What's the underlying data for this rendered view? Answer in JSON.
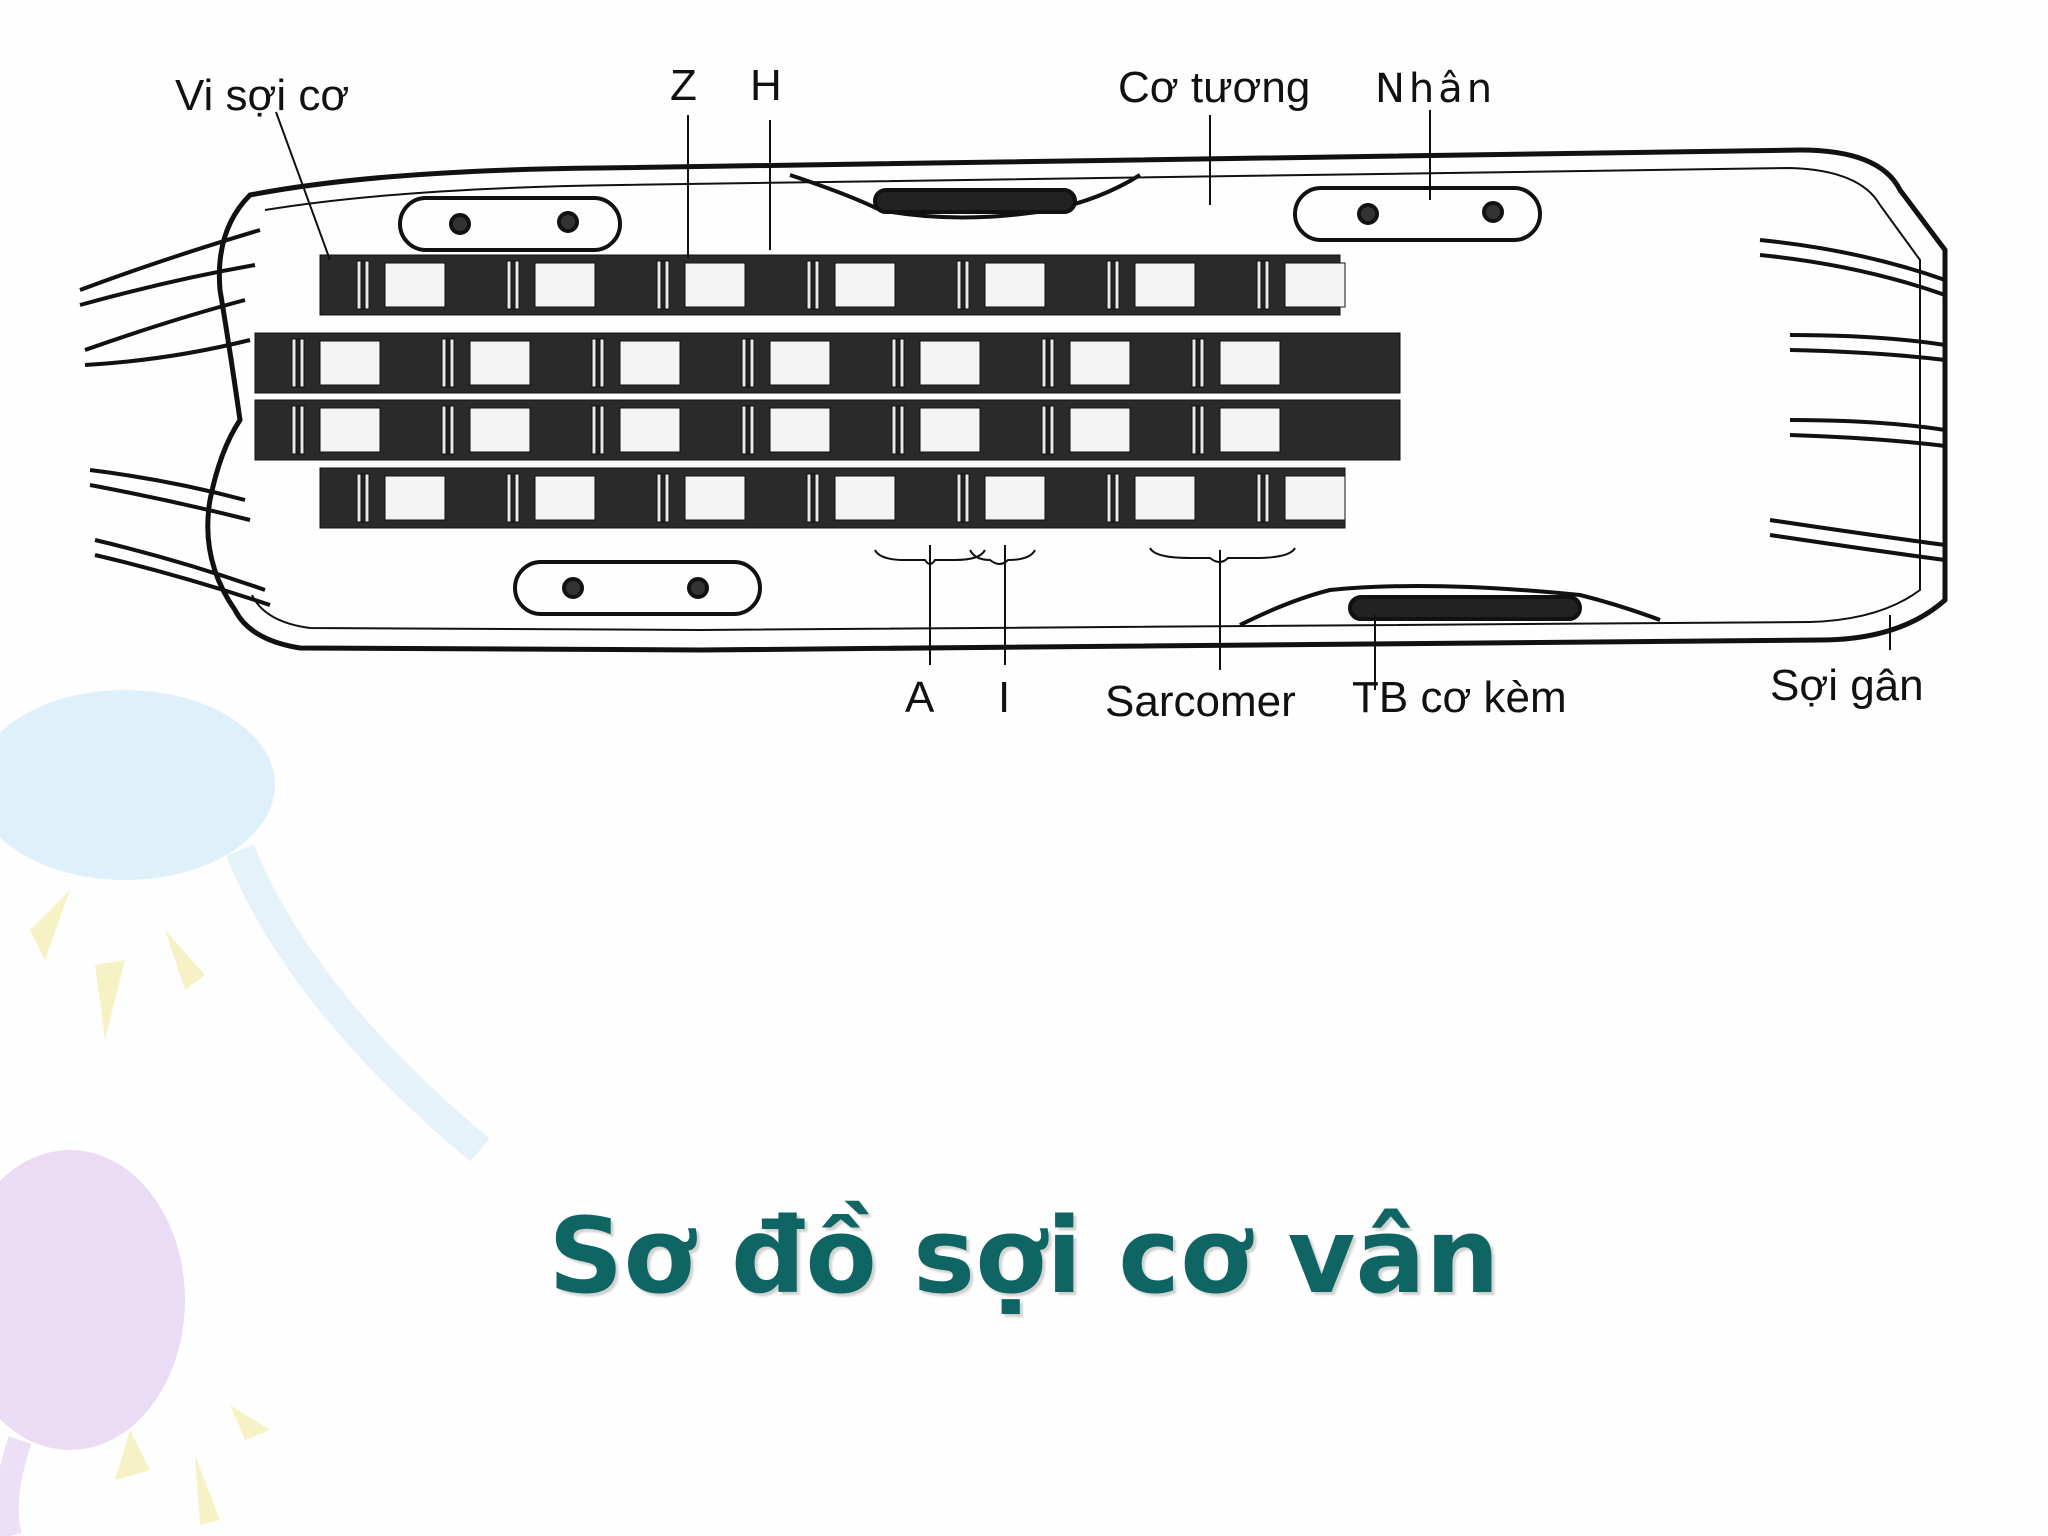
{
  "labels": {
    "vi_soi_co": "Vi sợi cơ",
    "z": "Z",
    "h": "H",
    "co_tuong": "Cơ tương",
    "nhan": "Nhân",
    "a": "A",
    "i": "I",
    "sarcomer": "Sarcomer",
    "tb_co_kem": "TB cơ kèm",
    "soi_gan": "Sợi gân"
  },
  "title": "Sơ đồ sợi cơ vân",
  "colors": {
    "title": "#0f6464",
    "ink": "#111111",
    "balloon_blue": "#d6ecf8",
    "balloon_purple": "#e6d6f3",
    "ray_yellow": "#f7f2c6"
  }
}
